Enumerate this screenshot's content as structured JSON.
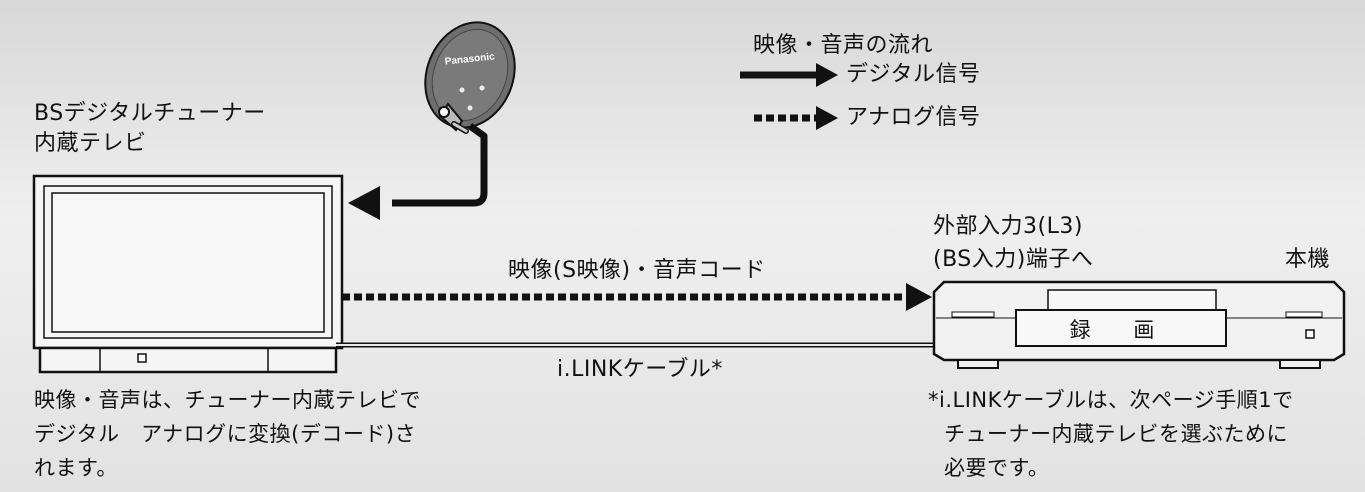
{
  "legend": {
    "title": "映像・音声の流れ",
    "digital": "デジタル信号",
    "analog": "アナログ信号"
  },
  "tv": {
    "label_line1": "BSデジタルチューナー",
    "label_line2": "内蔵テレビ"
  },
  "dish": {
    "brand": "Panasonic"
  },
  "recorder": {
    "title": "本機",
    "input_line1": "外部入力3(L3)",
    "input_line2": "(BS入力)端子へ",
    "display": "録 画"
  },
  "cables": {
    "av_cord": "映像(S映像)・音声コード",
    "ilink": "i.LINKケーブル*"
  },
  "notes": {
    "left_line1": "映像・音声は、チューナー内蔵テレビで",
    "left_line2": "デジタル　アナログに変換(デコード)さ",
    "left_line3": "れます。",
    "right_line1": "*i.LINKケーブルは、次ページ手順1で",
    "right_line2": "チューナー内蔵テレビを選ぶために",
    "right_line3": "必要です。"
  }
}
